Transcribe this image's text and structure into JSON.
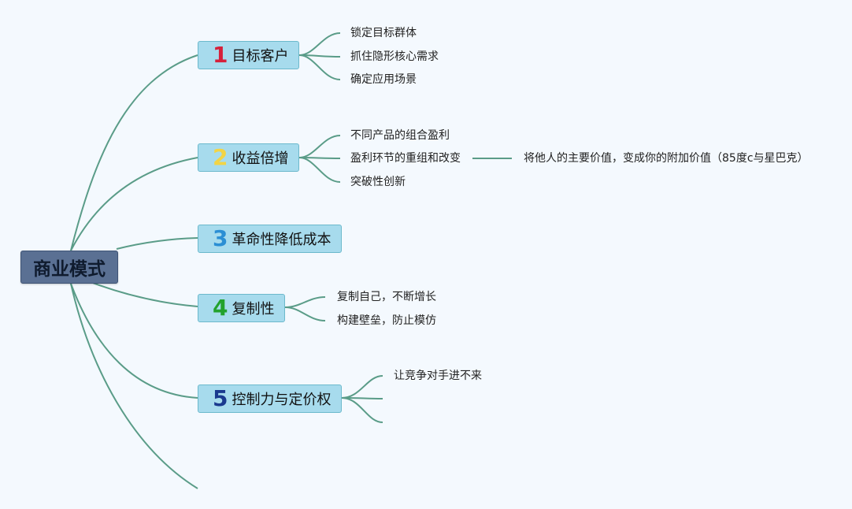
{
  "root": {
    "label": "商业模式"
  },
  "branches": [
    {
      "number": "1",
      "number_color": "#d6203a",
      "label": "目标客户",
      "children": [
        {
          "label": "锁定目标群体"
        },
        {
          "label": "抓住隐形核心需求"
        },
        {
          "label": "确定应用场景"
        }
      ]
    },
    {
      "number": "2",
      "number_color": "#f2d446",
      "label": "收益倍增",
      "children": [
        {
          "label": "不同产品的组合盈利"
        },
        {
          "label": "盈利环节的重组和改变",
          "child": {
            "label": "将他人的主要价值，变成你的附加价值（85度c与星巴克）"
          }
        },
        {
          "label": "突破性创新"
        }
      ]
    },
    {
      "number": "3",
      "number_color": "#2b8fd4",
      "label": "革命性降低成本",
      "children": []
    },
    {
      "number": "4",
      "number_color": "#23a22d",
      "label": "复制性",
      "children": [
        {
          "label": "复制自己，不断增长"
        },
        {
          "label": "构建壁垒，防止模仿"
        }
      ]
    },
    {
      "number": "5",
      "number_color": "#1a3a8f",
      "label": "控制力与定价权",
      "children": [
        {
          "label": "让竞争对手进不来"
        },
        {
          "label": ""
        },
        {
          "label": ""
        }
      ]
    }
  ]
}
